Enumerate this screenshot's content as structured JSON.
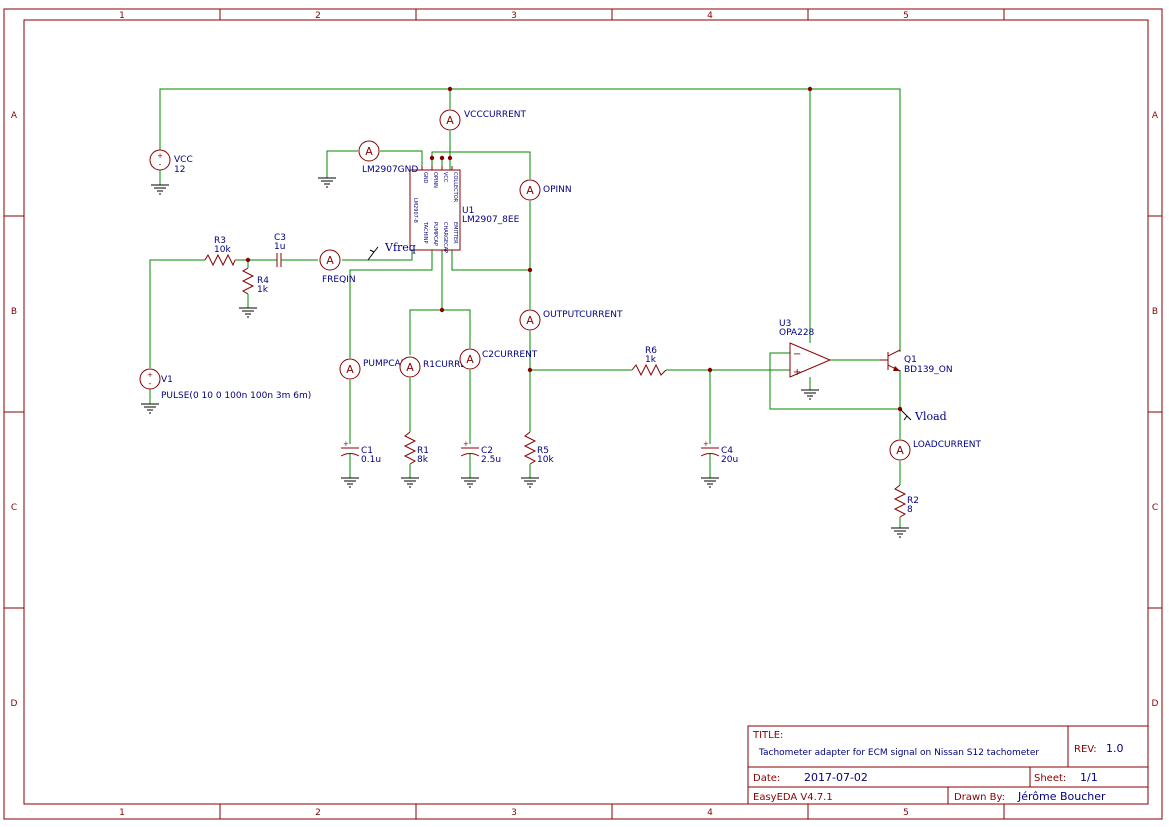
{
  "frame": {
    "columns": [
      "1",
      "2",
      "3",
      "4",
      "5"
    ],
    "rows": [
      "A",
      "B",
      "C",
      "D"
    ]
  },
  "title_block": {
    "title_label": "TITLE:",
    "title": "Tachometer adapter for ECM signal on Nissan S12 tachometer",
    "rev_label": "REV:",
    "rev": "1.0",
    "date_label": "Date:",
    "date": "2017-07-02",
    "sheet_label": "Sheet:",
    "sheet": "1/1",
    "tool": "EasyEDA V4.7.1",
    "drawn_by_label": "Drawn By:",
    "drawn_by": "Jérôme Boucher"
  },
  "components": {
    "vcc": {
      "name": "VCC",
      "value": "12"
    },
    "v1": {
      "name": "V1",
      "value": "PULSE(0 10 0 100n 100n 3m 6m)"
    },
    "r3": {
      "name": "R3",
      "value": "10k"
    },
    "r4": {
      "name": "R4",
      "value": "1k"
    },
    "c3": {
      "name": "C3",
      "value": "1u"
    },
    "u1": {
      "name": "U1",
      "value": "LM2907_8EE",
      "pins_top": [
        "GND",
        "OPINN",
        "VCC",
        "COLLECTOR"
      ],
      "pins_bottom": [
        "TACHINP",
        "PUMPCAP",
        "CHARGECAP",
        "EMITTER"
      ],
      "body_text": "LM2907-8"
    },
    "c1": {
      "name": "C1",
      "value": "0.1u"
    },
    "r1": {
      "name": "R1",
      "value": "8k"
    },
    "c2": {
      "name": "C2",
      "value": "2.5u"
    },
    "r5": {
      "name": "R5",
      "value": "10k"
    },
    "r6": {
      "name": "R6",
      "value": "1k"
    },
    "c4": {
      "name": "C4",
      "value": "20u"
    },
    "u3": {
      "name": "U3",
      "value": "OPA228"
    },
    "q1": {
      "name": "Q1",
      "value": "BD139_ON"
    },
    "r2": {
      "name": "R2",
      "value": "8"
    }
  },
  "ammeters": {
    "vcccurrent": "VCCCURRENT",
    "lm2907gnd": "LM2907GND",
    "opinn": "OPINN",
    "freqin": "FREQIN",
    "outputcurrent": "OUTPUTCURRENT",
    "pumpcap": "PUMPCAP",
    "r1current": "R1CURRENT",
    "c2current": "C2CURRENT",
    "loadcurrent": "LOADCURRENT",
    "symbol": "A"
  },
  "net_labels": {
    "vfreq": "Vfreq",
    "vload": "Vload"
  },
  "colors": {
    "wire": "#008800",
    "component": "#880000",
    "text": "#000080"
  }
}
